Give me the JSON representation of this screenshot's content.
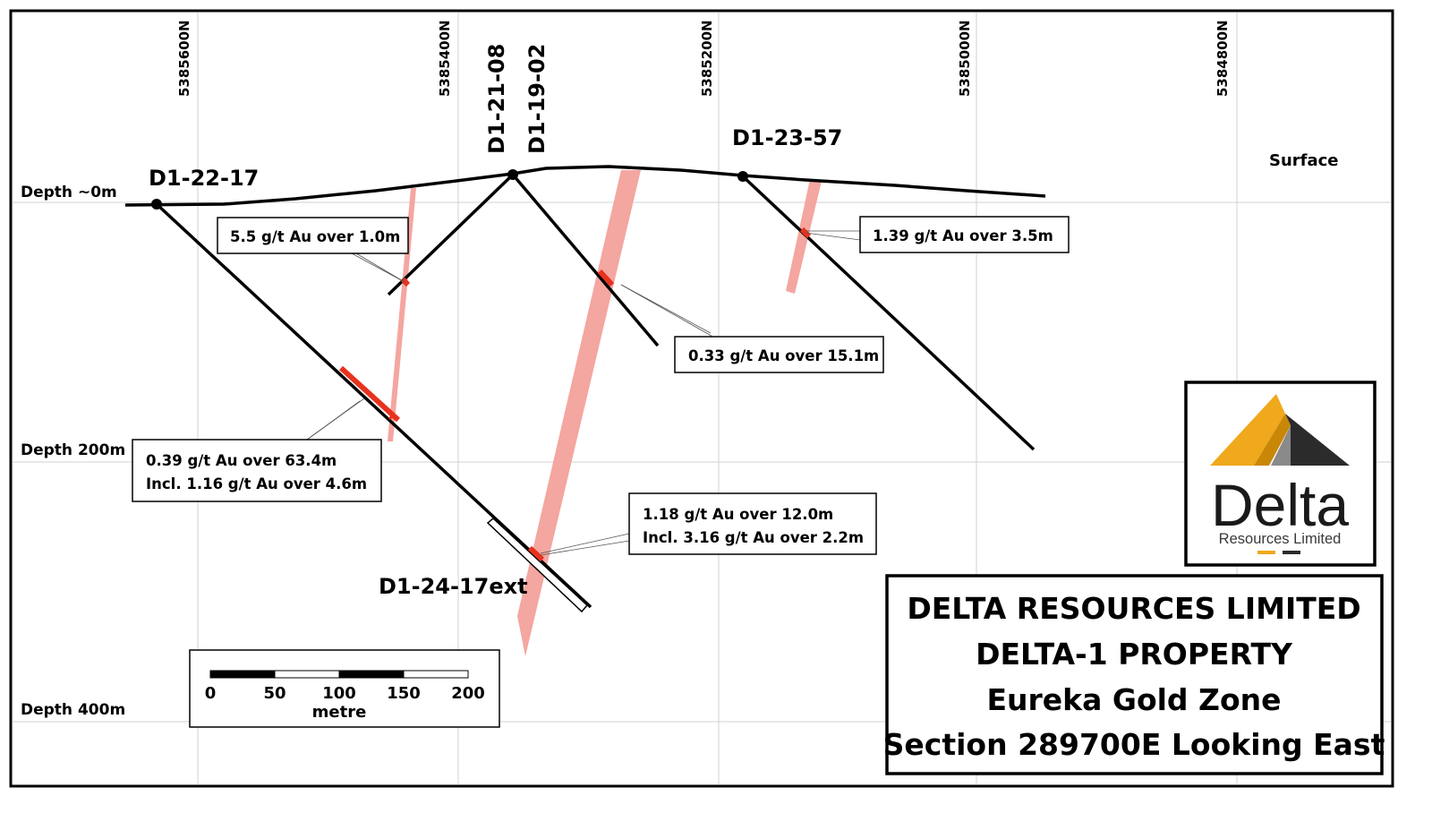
{
  "northings": [
    "5385600N",
    "5385400N",
    "5385200N",
    "5385000N",
    "5384800N"
  ],
  "depths": [
    "Depth ~0m",
    "Depth 200m",
    "Depth 400m"
  ],
  "surface_label": "Surface",
  "holes": {
    "d1_22_17": "D1-22-17",
    "d1_21_08": "D1-21-08",
    "d1_19_02": "D1-19-02",
    "d1_23_57": "D1-23-57",
    "d1_24_17ext": "D1-24-17ext"
  },
  "intercepts": {
    "a": "5.5 g/t Au over 1.0m",
    "b": "1.39 g/t Au over 3.5m",
    "c": "0.33 g/t Au over 15.1m",
    "d_line1": "0.39 g/t Au over 63.4m",
    "d_line2": "Incl. 1.16 g/t Au over 4.6m",
    "e_line1": "1.18 g/t Au over 12.0m",
    "e_line2": "Incl. 3.16 g/t Au over 2.2m"
  },
  "scale": {
    "ticks": [
      "0",
      "50",
      "100",
      "150",
      "200"
    ],
    "unit": "metre"
  },
  "logo": {
    "name": "Delta",
    "subtitle": "Resources Limited"
  },
  "title": {
    "line1": "DELTA RESOURCES LIMITED",
    "line2": "DELTA-1 PROPERTY",
    "line3": "Eureka Gold Zone",
    "line4": "Section 289700E Looking East"
  },
  "colors": {
    "zone_fill": "#f4a6a0",
    "intercept": "#e8321e",
    "logo_gold": "#f0a81c",
    "logo_dark": "#2b2b2b"
  }
}
